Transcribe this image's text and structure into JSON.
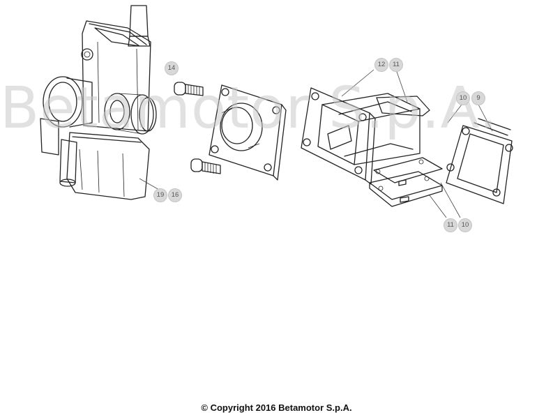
{
  "watermark": "Betamotor S.p.A.",
  "copyright": "© Copyright 2016 Betamotor S.p.A.",
  "callouts": [
    "14",
    "12",
    "11",
    "10",
    "9",
    "19",
    "16",
    "11",
    "10"
  ]
}
